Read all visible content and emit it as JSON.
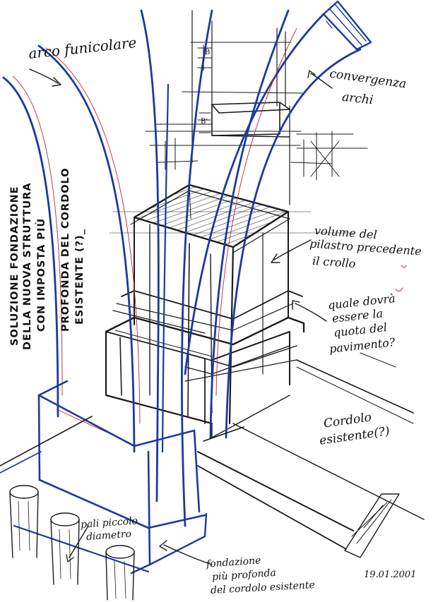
{
  "annotations": {
    "arco_funicolare": "arco funicolare",
    "convergenza": "convergenza",
    "archi": "archi",
    "volume_line1": "volume del",
    "volume_line2": "pilastro precedente",
    "volume_line3": "il crollo",
    "quale_line1": "quale dovrà",
    "quale_line2": "essere la",
    "quale_line3": "quota del",
    "quale_line4": "pavimento?",
    "cordolo_line1": "Cordolo",
    "cordolo_line2": "esistente(?)",
    "pali_line1": "pali piccolo",
    "pali_line2": "diametro",
    "fondazione_line1": "fondazione",
    "fondazione_line2": "più profonda",
    "fondazione_line3": "del cordolo esistente",
    "date": "19.01.2001",
    "dim_b": "B",
    "dim_b_prime": "B'"
  },
  "vertical_caps": {
    "line1": "SOLUZIONE FONDAZIONE",
    "line2": "DELLA NUOVA STRUTTURA",
    "line3": "CON IMPOSTA PIÙ",
    "line4": "PROFONDA DEL CORDOLO",
    "line5": "ESISTENTE (?)_"
  },
  "colors": {
    "ink_black": "#1a1a1a",
    "ink_blue": "#1d3a9c",
    "ink_red": "#c0262e",
    "paper": "#ffffff"
  }
}
